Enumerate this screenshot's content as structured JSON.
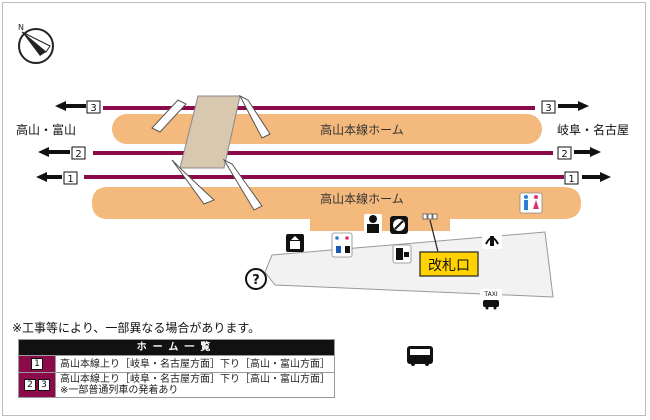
{
  "platforms": {
    "upper": "高山本線ホーム",
    "lower": "高山本線ホーム"
  },
  "tracks": [
    {
      "number": "3"
    },
    {
      "number": "2"
    },
    {
      "number": "1"
    }
  ],
  "destinations": {
    "left": "高山・富山",
    "right": "岐阜・名古屋"
  },
  "ticket_gate": "改札口",
  "taxi": "TAXI",
  "note": "※工事等により、一部異なる場合があります。",
  "platform_table": {
    "header": "ホーム一覧",
    "rows": [
      {
        "numbers": [
          "1"
        ],
        "lines": [
          "高山本線上り［岐阜・名古屋方面］下り［高山・富山方面］"
        ]
      },
      {
        "numbers": [
          "2",
          "3"
        ],
        "lines": [
          "高山本線上り［岐阜・名古屋方面］下り［高山・富山方面］",
          "※一部普通列車の発着あり"
        ]
      }
    ]
  },
  "colors": {
    "platform": "#f4b97d",
    "track": "#8a0a4a",
    "concourse": "#f2f2f2",
    "bridge": "#d8c8b0",
    "gate_label": "#ffd200"
  },
  "icons": [
    "compass-icon",
    "elevator-icon",
    "toilet-icon",
    "accessible-toilet-icon",
    "station-staff-icon",
    "coin-locker-icon",
    "ticket-machine-icon",
    "information-icon",
    "water-fountain-icon",
    "taxi-icon",
    "bus-icon"
  ]
}
